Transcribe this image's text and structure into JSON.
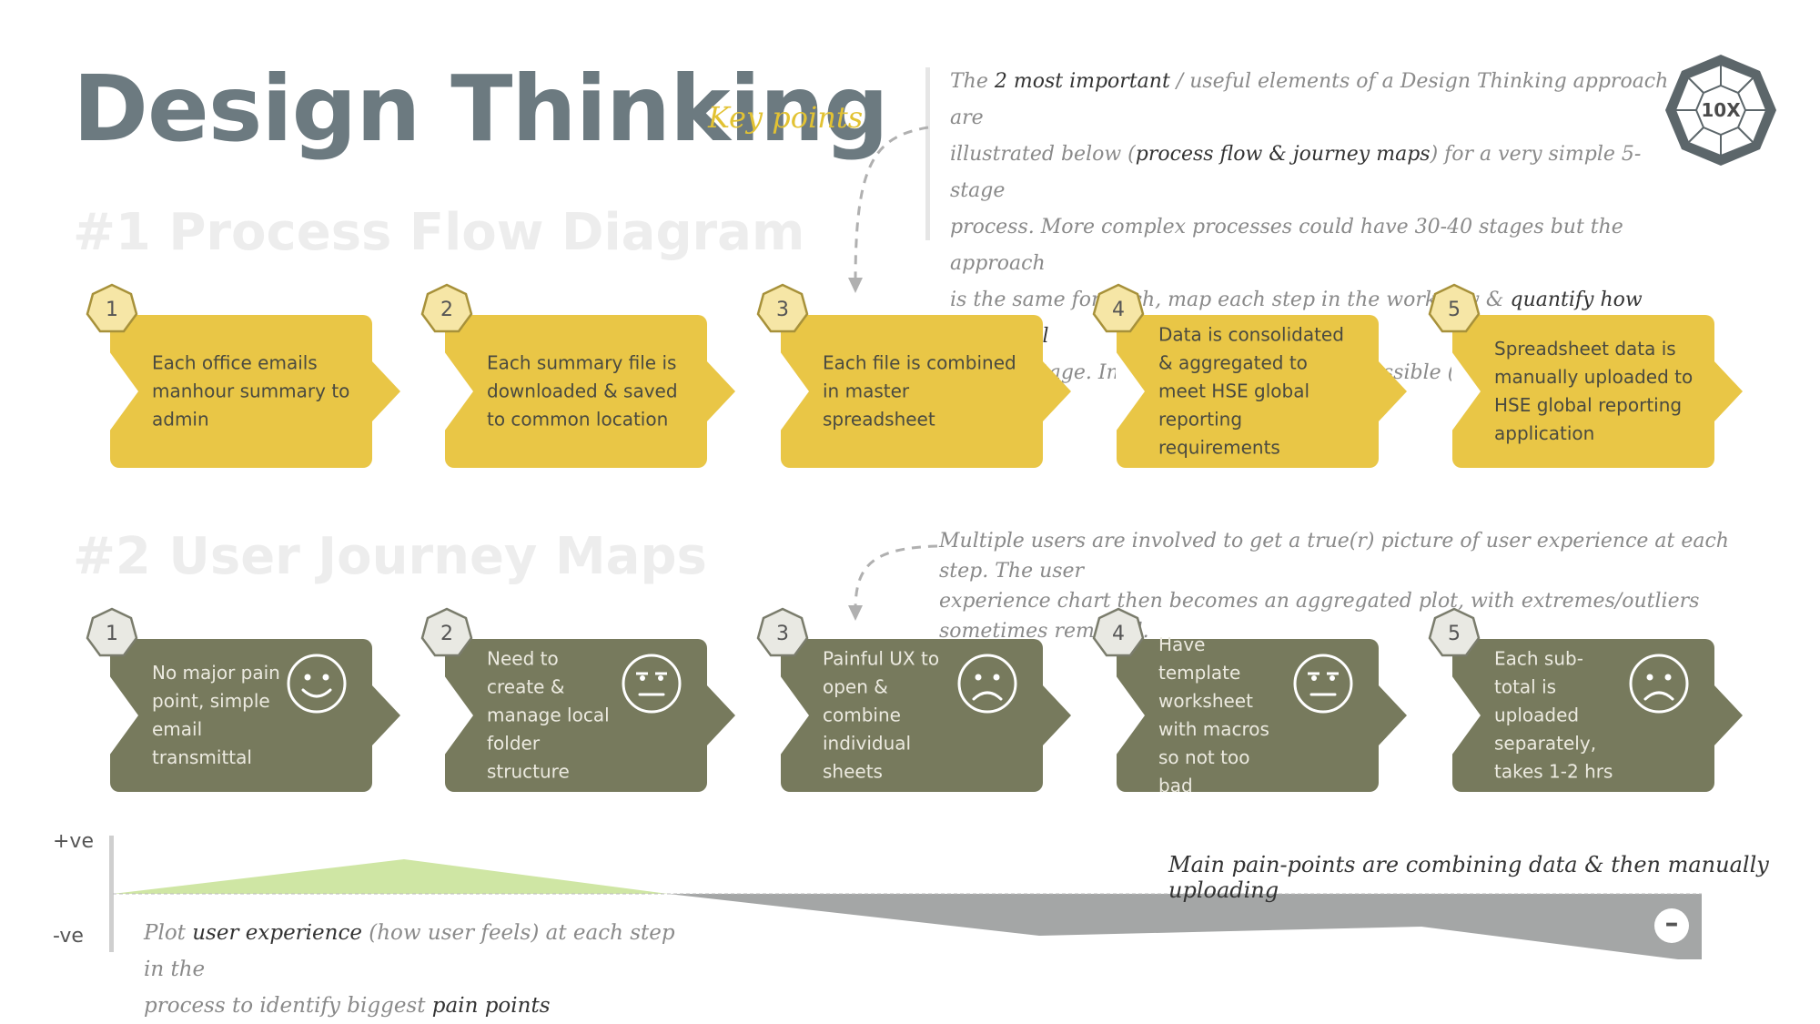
{
  "header": {
    "title": "Design Thinking",
    "key_points": "Key points"
  },
  "badge_10x": "10X",
  "intro_note": {
    "line1_a": "The ",
    "line1_b": "2 most important",
    "line1_c": " / useful elements of a Design Thinking approach are",
    "line2_a": "illustrated below (",
    "line2_b": "process flow & journey maps",
    "line2_c": ") for a very simple 5-stage",
    "line3": "process.  More complex processes could have 30-40 stages but the approach",
    "line4_a": "is the same for each, map each step in the workflow & ",
    "line4_b": "quantify how users feel",
    "line5": "at each stage.  Involve as many users as possible (5+)"
  },
  "section1": {
    "heading": "#1 Process Flow Diagram",
    "steps": [
      {
        "num": "1",
        "text": "Each office emails manhour summary to admin"
      },
      {
        "num": "2",
        "text": "Each summary file is downloaded & saved to common location"
      },
      {
        "num": "3",
        "text": "Each file is combined in master spreadsheet"
      },
      {
        "num": "4",
        "text": "Data is consolidated & aggregated to meet HSE global reporting requirements"
      },
      {
        "num": "5",
        "text": "Spreadsheet data is manually uploaded to HSE global reporting application"
      }
    ]
  },
  "section2": {
    "heading": "#2 User Journey Maps",
    "note_line1": "Multiple users are involved to get a true(r) picture of user experience at each step.  The user",
    "note_line2": "experience chart then becomes an aggregated plot, with extremes/outliers sometimes removed.",
    "steps": [
      {
        "num": "1",
        "text": "No major pain point, simple email transmittal",
        "face": "smile-face-icon"
      },
      {
        "num": "2",
        "text": "Need to create & manage local folder structure",
        "face": "neutral-face-icon"
      },
      {
        "num": "3",
        "text": "Painful UX to open & combine individual sheets",
        "face": "frown-face-icon"
      },
      {
        "num": "4",
        "text": "Have template worksheet with macros so not too bad",
        "face": "neutral-face-icon"
      },
      {
        "num": "5",
        "text": "Each sub-total is  uploaded separately, takes 1-2 hrs",
        "face": "frown-face-icon"
      }
    ]
  },
  "experience_chart": {
    "positive_label": "+ve",
    "negative_label": "-ve",
    "pain_note": "Main pain-points are combining data & then manually uploading",
    "minus_symbol": "–",
    "plot_note_a": "Plot ",
    "plot_note_b": "user experience",
    "plot_note_c": " (how user feels) at each step in the",
    "plot_note_d": "process to identify biggest ",
    "plot_note_e": "pain points",
    "positive_color": "#cfe6a4",
    "negative_color": "#a4a6a6"
  },
  "colors": {
    "process_box": "#e9c646",
    "journey_box": "#777a5d",
    "title": "#6c7a80"
  }
}
